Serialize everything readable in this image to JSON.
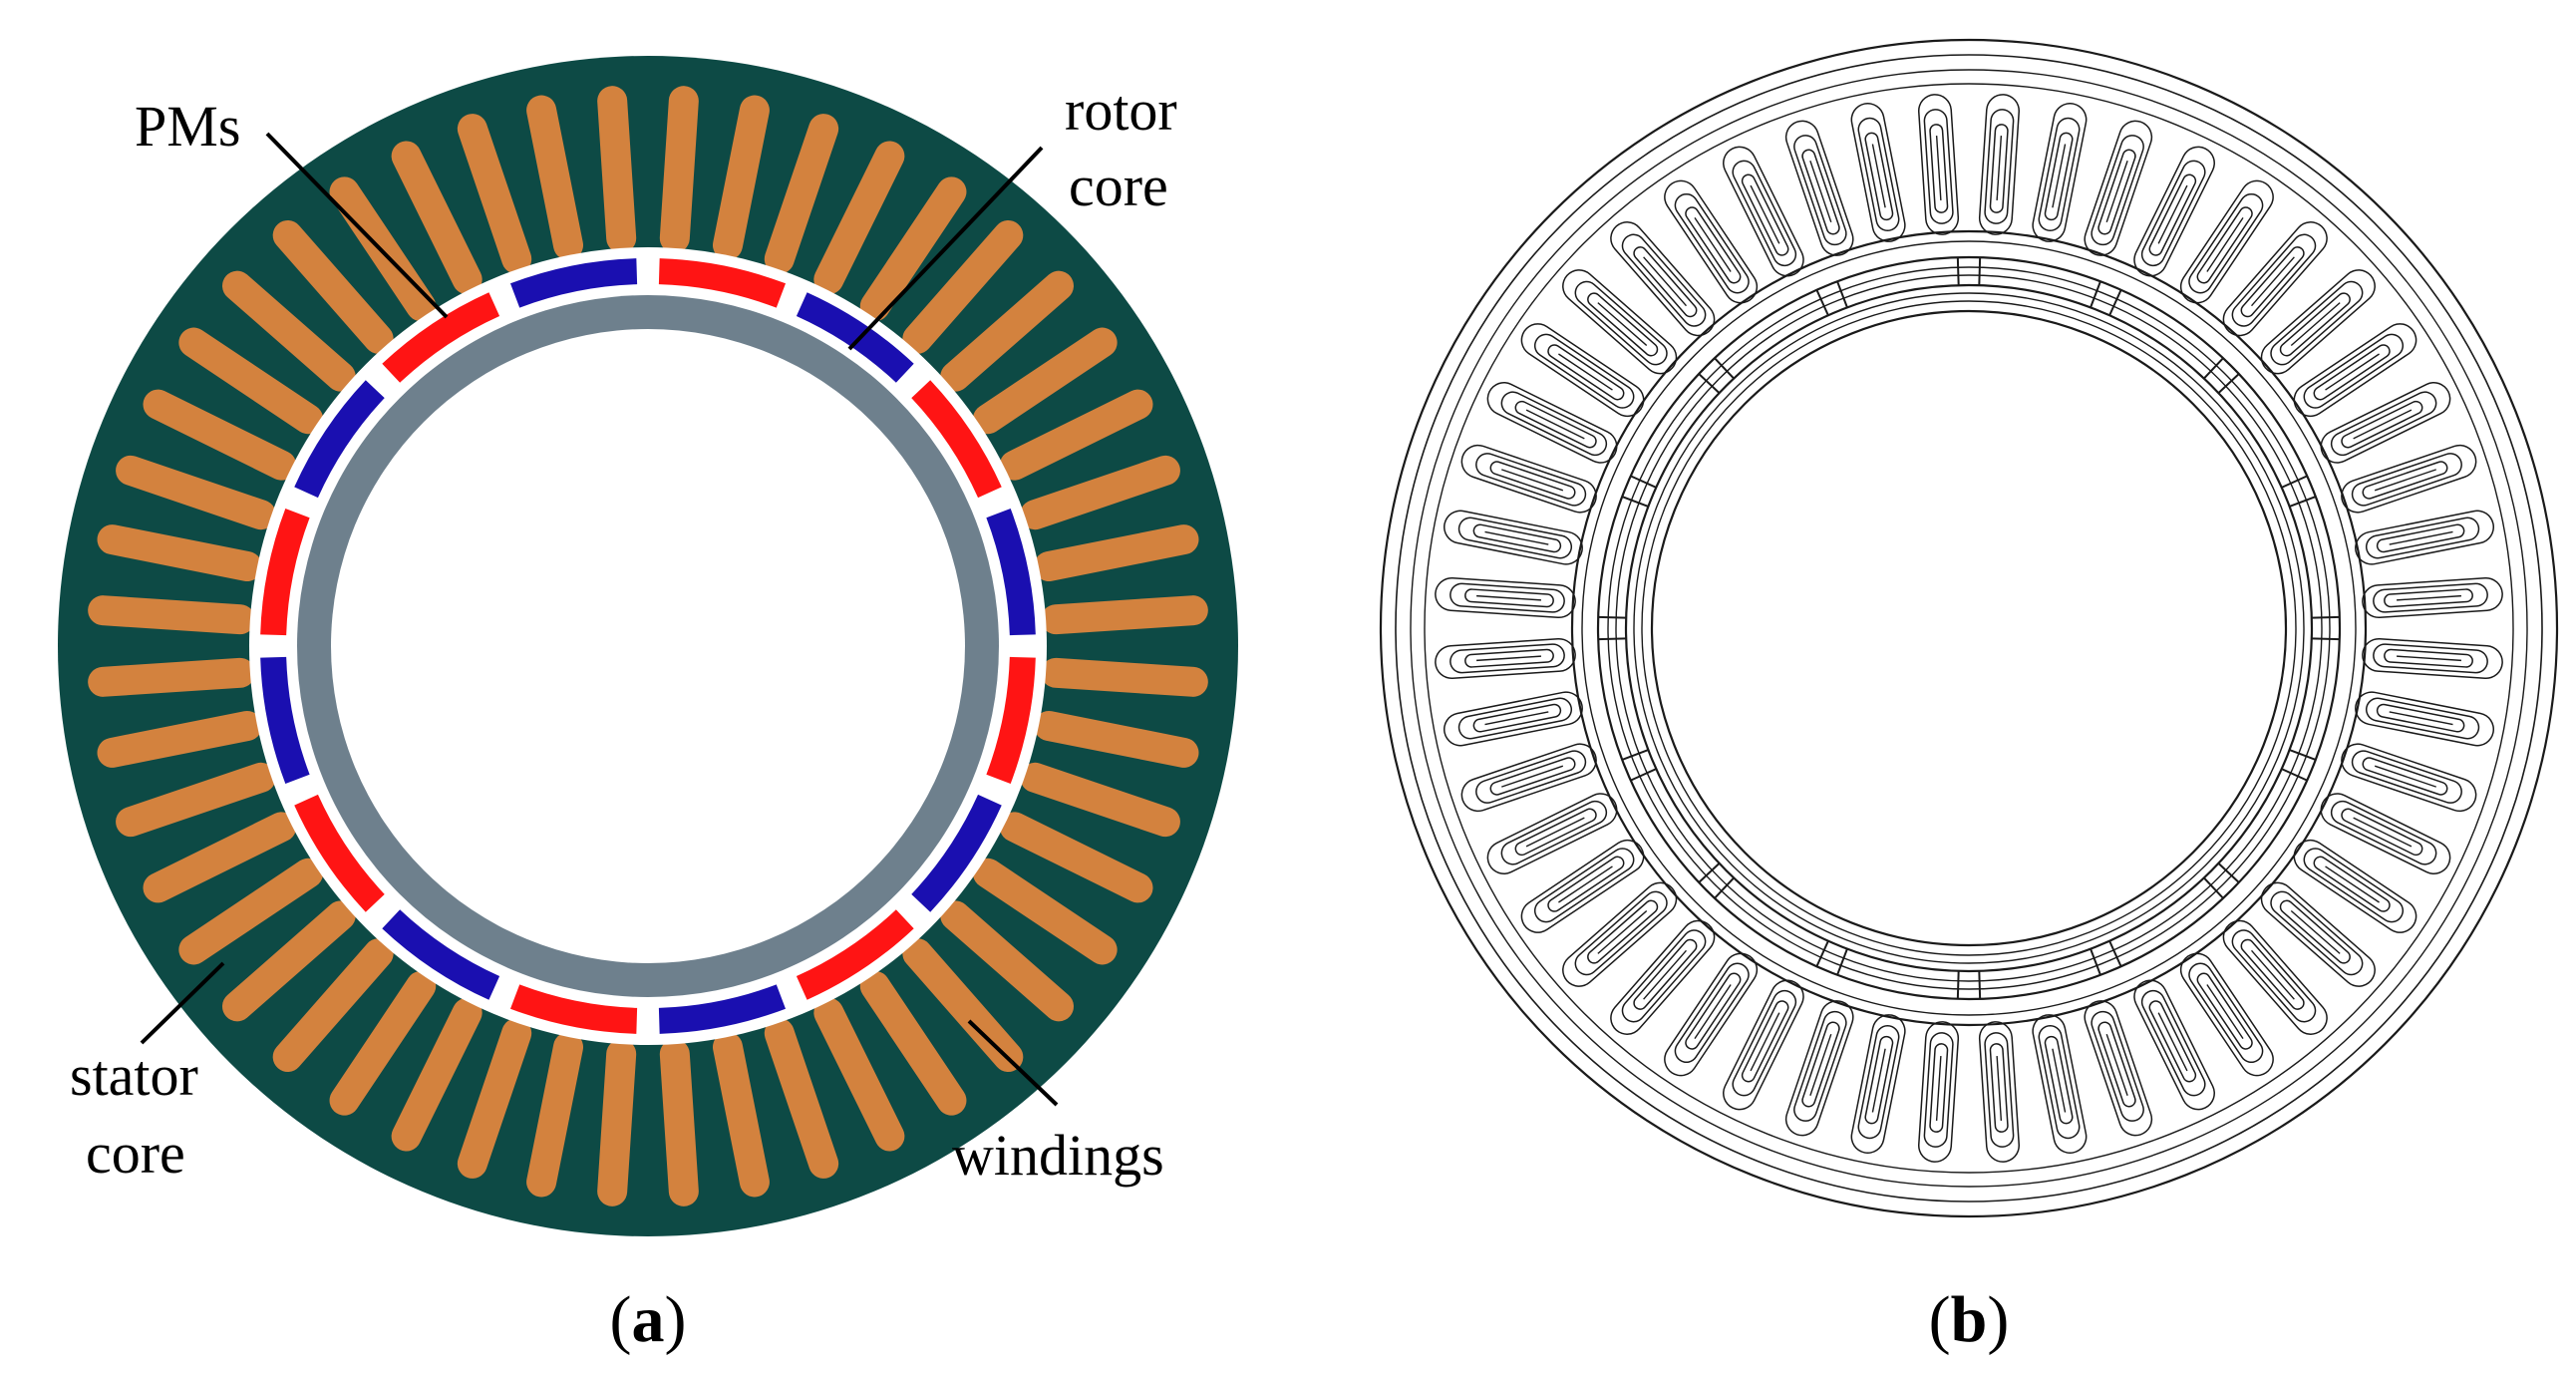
{
  "panel_a": {
    "labels": {
      "pms": "PMs",
      "rotor_core_line1": "rotor",
      "rotor_core_line2": "core",
      "stator_core_line1": "stator",
      "stator_core_line2": "core",
      "windings": "windings"
    },
    "caption_letter": "a",
    "slot_count": 48,
    "magnet_count": 16,
    "colors": {
      "stator": "#0d4a45",
      "winding": "#d3823e",
      "rotor_core": "#6e808d",
      "magnet_n": "#ff1414",
      "magnet_s": "#1a0fb0",
      "background": "#ffffff"
    }
  },
  "panel_b": {
    "caption_letter": "b",
    "slot_count": 48,
    "colors": {
      "line": "#1a1a1a",
      "background": "#ffffff"
    }
  }
}
